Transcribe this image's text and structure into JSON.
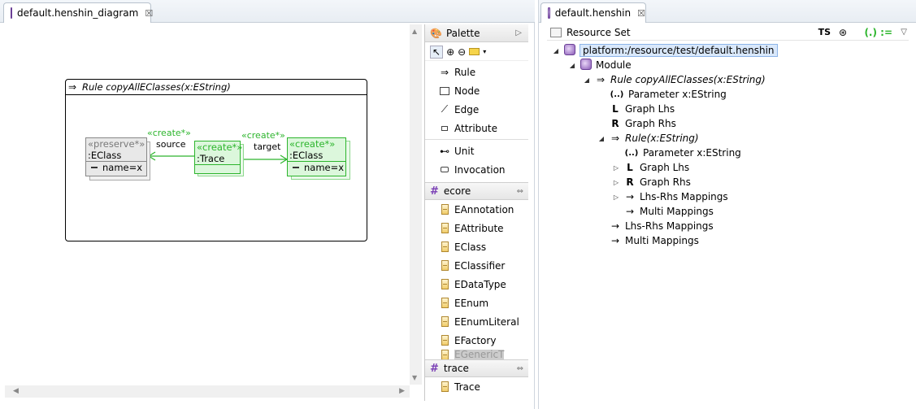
{
  "left_tab": {
    "title": "default.henshin_diagram",
    "close": "☒"
  },
  "diagram": {
    "rule_title": "Rule copyAllEClasses(x:EString)",
    "source_node": {
      "stereotype": "«preserve*»",
      "class": ":EClass",
      "attribute": "name=x"
    },
    "trace_node": {
      "stereotype": "«create*»",
      "class": ":Trace"
    },
    "target_node": {
      "stereotype": "«create*»",
      "class": ":EClass",
      "attribute": "name=x"
    },
    "edge_source": {
      "stereotype": "«create*»",
      "name": "source"
    },
    "edge_target": {
      "stereotype": "«create*»",
      "name": "target"
    }
  },
  "palette": {
    "title": "Palette",
    "tools": [
      {
        "label": "Rule",
        "icon": "rule-arrow-icon"
      },
      {
        "label": "Node",
        "icon": "node-icon"
      },
      {
        "label": "Edge",
        "icon": "edge-icon"
      },
      {
        "label": "Attribute",
        "icon": "attribute-icon"
      },
      {
        "label": "Unit",
        "icon": "unit-icon"
      },
      {
        "label": "Invocation",
        "icon": "invocation-icon"
      }
    ],
    "ecore_drawer": {
      "title": "ecore",
      "items": [
        "EAnnotation",
        "EAttribute",
        "EClass",
        "EClassifier",
        "EDataType",
        "EEnum",
        "EEnumLiteral",
        "EFactory"
      ],
      "partial_item": "EGenericT"
    },
    "trace_drawer": {
      "title": "trace",
      "items": [
        "Trace"
      ]
    }
  },
  "right_tab": {
    "title": "default.henshin",
    "close": "☒"
  },
  "tree": {
    "header": "Resource Set",
    "rows": [
      {
        "label": "platform:/resource/test/default.henshin",
        "icon": "henshin-file-icon"
      },
      {
        "label": "Module",
        "icon": "module-icon"
      },
      {
        "label": "Rule copyAllEClasses(x:EString)",
        "icon": "rule-arrow-icon"
      },
      {
        "label": "Parameter x:EString",
        "icon": "parameter-icon",
        "glyph": "(..)"
      },
      {
        "label": "Graph Lhs",
        "icon": "graph-lhs-icon",
        "glyph": "L"
      },
      {
        "label": "Graph Rhs",
        "icon": "graph-rhs-icon",
        "glyph": "R"
      },
      {
        "label": "Rule(x:EString)",
        "icon": "rule-arrow-icon"
      },
      {
        "label": "Parameter x:EString",
        "icon": "parameter-icon",
        "glyph": "(..)"
      },
      {
        "label": "Graph Lhs",
        "icon": "graph-lhs-icon",
        "glyph": "L"
      },
      {
        "label": "Graph Rhs",
        "icon": "graph-rhs-icon",
        "glyph": "R"
      },
      {
        "label": "Lhs-Rhs Mappings",
        "icon": "mapping-arrow-icon"
      },
      {
        "label": "Multi Mappings",
        "icon": "mapping-arrow-icon"
      },
      {
        "label": "Lhs-Rhs Mappings",
        "icon": "mapping-arrow-icon"
      },
      {
        "label": "Multi Mappings",
        "icon": "mapping-arrow-icon"
      }
    ]
  },
  "toolbar_glyphs": {
    "ts": "TS",
    "expr": "(.) :="
  },
  "colors": {
    "create_green": "#2db52d",
    "preserve_gray": "#888888",
    "selection": "#d9e8fb"
  }
}
